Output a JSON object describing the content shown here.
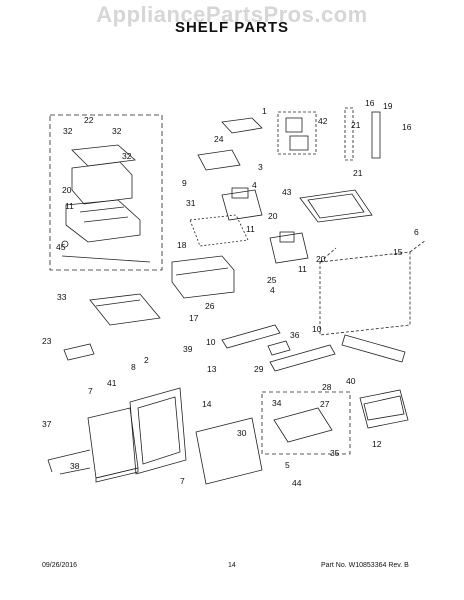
{
  "watermark": "AppliancePartsPros.com",
  "title": "SHELF PARTS",
  "footer": {
    "date": "09/26/2016",
    "page": "14",
    "part_info": "Part No. W10853364  Rev. B"
  },
  "callouts": {
    "c1": "1",
    "c2": "2",
    "c3": "3",
    "c4a": "4",
    "c4b": "4",
    "c5": "5",
    "c6": "6",
    "c7a": "7",
    "c7b": "7",
    "c8": "8",
    "c9": "9",
    "c10a": "10",
    "c10b": "10",
    "c11a": "11",
    "c11b": "11",
    "c11c": "11",
    "c12": "12",
    "c13": "13",
    "c14": "14",
    "c15": "15",
    "c16a": "16",
    "c16b": "16",
    "c17": "17",
    "c18": "18",
    "c19": "19",
    "c20a": "20",
    "c20b": "20",
    "c20c": "20",
    "c21a": "21",
    "c21b": "21",
    "c22": "22",
    "c23": "23",
    "c24": "24",
    "c25": "25",
    "c26": "26",
    "c27": "27",
    "c28": "28",
    "c29": "29",
    "c30": "30",
    "c31": "31",
    "c32a": "32",
    "c32b": "32",
    "c32c": "32",
    "c33": "33",
    "c34": "34",
    "c35": "35",
    "c36": "36",
    "c37": "37",
    "c38": "38",
    "c39": "39",
    "c40": "40",
    "c41": "41",
    "c42": "42",
    "c43": "43",
    "c44": "44",
    "c45": "45"
  }
}
